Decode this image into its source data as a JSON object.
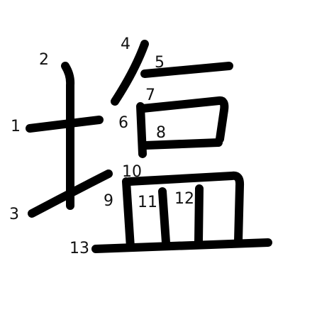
{
  "character": {
    "strokes": [
      {
        "number": "1"
      },
      {
        "number": "2"
      },
      {
        "number": "3"
      },
      {
        "number": "4"
      },
      {
        "number": "5"
      },
      {
        "number": "6"
      },
      {
        "number": "7"
      },
      {
        "number": "8"
      },
      {
        "number": "9"
      },
      {
        "number": "10"
      },
      {
        "number": "11"
      },
      {
        "number": "12"
      },
      {
        "number": "13"
      }
    ]
  },
  "colors": {
    "background": "#ffffff",
    "stroke": "#000000",
    "label": "#111111"
  }
}
